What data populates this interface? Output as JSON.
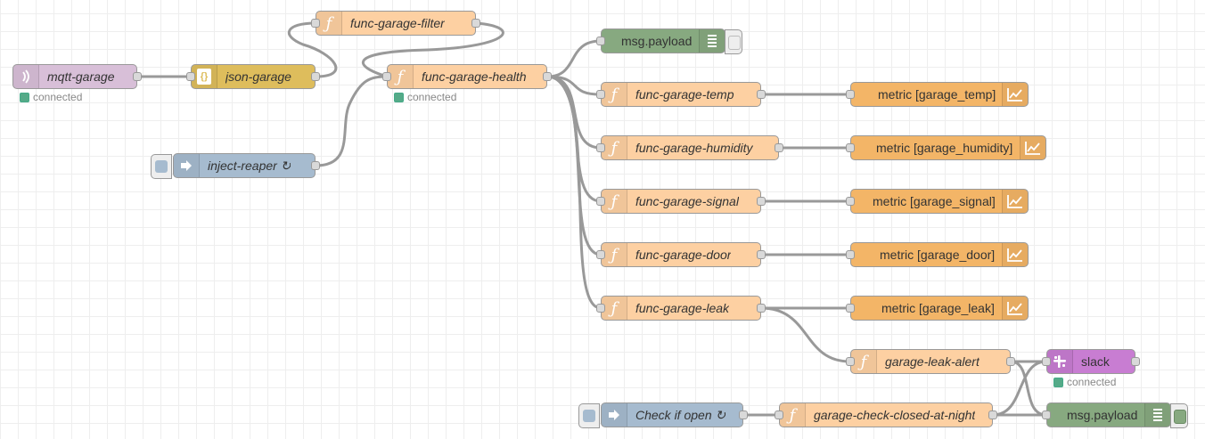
{
  "colors": {
    "mqtt": "#d8bfd8",
    "json": "#debd5c",
    "function": "#fdd0a2",
    "inject": "#a6bbcf",
    "debug": "#87a980",
    "metric": "#f3b567",
    "slack": "#c87dd2",
    "wire": "#999999",
    "status_connected": "#5a8a6a"
  },
  "nodes": {
    "mqtt_garage": {
      "label": "mqtt-garage",
      "status": "connected",
      "icon": "bridge-icon"
    },
    "json_garage": {
      "label": "json-garage",
      "icon": "json-icon"
    },
    "func_garage_filter": {
      "label": "func-garage-filter",
      "icon": "function-icon"
    },
    "func_garage_health": {
      "label": "func-garage-health",
      "status": "connected",
      "icon": "function-icon"
    },
    "inject_reaper": {
      "label": "inject-reaper ↻",
      "icon": "inject-icon"
    },
    "debug_top": {
      "label": "msg.payload",
      "icon": "debug-list-icon"
    },
    "func_garage_temp": {
      "label": "func-garage-temp"
    },
    "func_garage_humidity": {
      "label": "func-garage-humidity"
    },
    "func_garage_signal": {
      "label": "func-garage-signal"
    },
    "func_garage_door": {
      "label": "func-garage-door"
    },
    "func_garage_leak": {
      "label": "func-garage-leak"
    },
    "metric_temp": {
      "label": "metric [garage_temp]",
      "icon": "chart-icon"
    },
    "metric_humidity": {
      "label": "metric [garage_humidity]",
      "icon": "chart-icon"
    },
    "metric_signal": {
      "label": "metric [garage_signal]",
      "icon": "chart-icon"
    },
    "metric_door": {
      "label": "metric [garage_door]",
      "icon": "chart-icon"
    },
    "metric_leak": {
      "label": "metric [garage_leak]",
      "icon": "chart-icon"
    },
    "garage_leak_alert": {
      "label": "garage-leak-alert"
    },
    "slack": {
      "label": "slack",
      "status": "connected",
      "icon": "slack-icon"
    },
    "check_if_open": {
      "label": "Check if open ↻",
      "icon": "inject-icon"
    },
    "garage_check_closed": {
      "label": "garage-check-closed-at-night"
    },
    "debug_bottom": {
      "label": "msg.payload",
      "icon": "debug-list-icon"
    }
  }
}
